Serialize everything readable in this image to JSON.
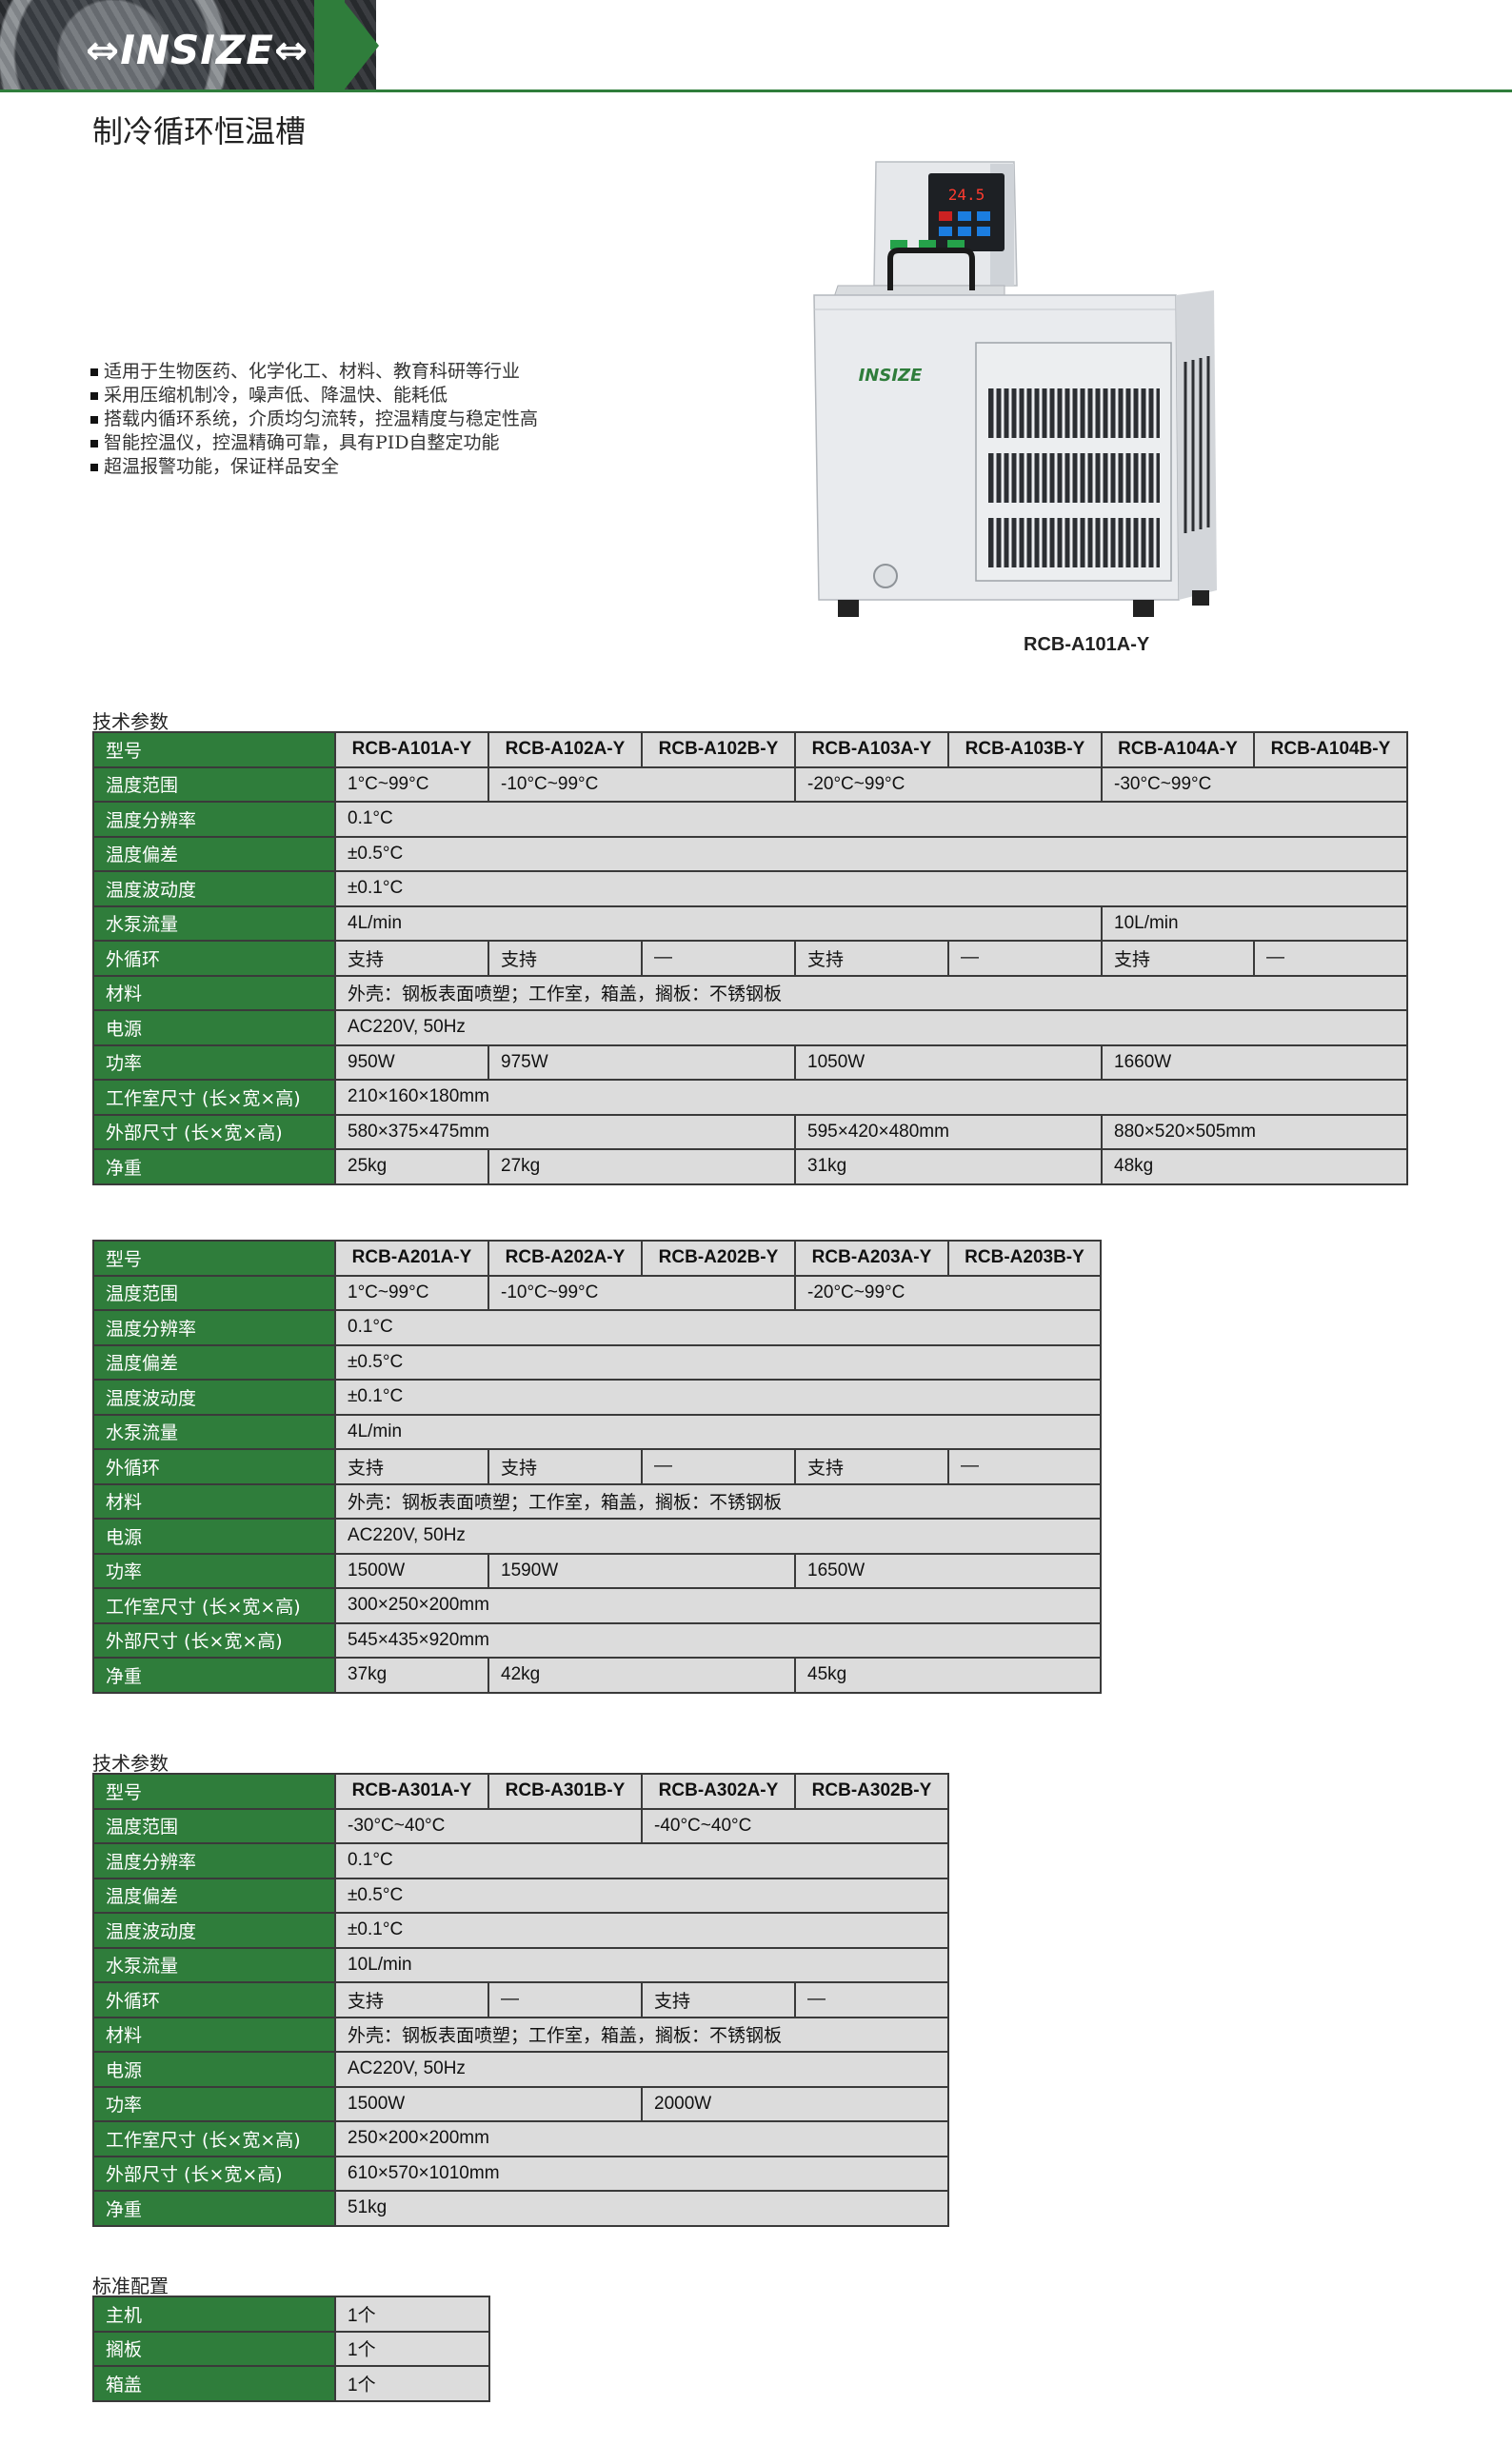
{
  "header": {
    "logo": "⇔INSIZE⇔"
  },
  "page_title": "制冷循环恒温槽",
  "features": [
    "适用于生物医药、化学化工、材料、教育科研等行业",
    "采用压缩机制冷，噪声低、降温快、能耗低",
    "搭载内循环系统，介质均匀流转，控温精度与稳定性高",
    "智能控温仪，控温精确可靠，具有PID自整定功能",
    "超温报警功能，保证样品安全"
  ],
  "product": {
    "caption": "RCB-A101A-Y",
    "display": "24.5",
    "brand": "INSIZE"
  },
  "table1": {
    "label": "技术参数",
    "models_label": "型号",
    "models": [
      "RCB-A101A-Y",
      "RCB-A102A-Y",
      "RCB-A102B-Y",
      "RCB-A103A-Y",
      "RCB-A103B-Y",
      "RCB-A104A-Y",
      "RCB-A104B-Y"
    ],
    "rows": {
      "temp_range": {
        "label": "温度范围",
        "v1": "1°C~99°C",
        "v2": "-10°C~99°C",
        "v3": "-20°C~99°C",
        "v4": "-30°C~99°C"
      },
      "resolution": {
        "label": "温度分辨率",
        "v": "0.1°C"
      },
      "deviation": {
        "label": "温度偏差",
        "v": "±0.5°C"
      },
      "fluctuation": {
        "label": "温度波动度",
        "v": "±0.1°C"
      },
      "flow": {
        "label": "水泵流量",
        "v1": "4L/min",
        "v2": "10L/min"
      },
      "ext_circ": {
        "label": "外循环",
        "v": [
          "支持",
          "支持",
          "—",
          "支持",
          "—",
          "支持",
          "—"
        ]
      },
      "material": {
        "label": "材料",
        "v": "外壳：钢板表面喷塑；工作室，箱盖，搁板：不锈钢板"
      },
      "power_supply": {
        "label": "电源",
        "v": "AC220V, 50Hz"
      },
      "power": {
        "label": "功率",
        "v1": "950W",
        "v2": "975W",
        "v3": "1050W",
        "v4": "1660W"
      },
      "chamber": {
        "label": "工作室尺寸 (长×宽×高)",
        "v": "210×160×180mm"
      },
      "outer": {
        "label": "外部尺寸 (长×宽×高)",
        "v1": "580×375×475mm",
        "v2": "595×420×480mm",
        "v3": "880×520×505mm"
      },
      "weight": {
        "label": "净重",
        "v1": "25kg",
        "v2": "27kg",
        "v3": "31kg",
        "v4": "48kg"
      }
    }
  },
  "table2": {
    "models_label": "型号",
    "models": [
      "RCB-A201A-Y",
      "RCB-A202A-Y",
      "RCB-A202B-Y",
      "RCB-A203A-Y",
      "RCB-A203B-Y"
    ],
    "rows": {
      "temp_range": {
        "label": "温度范围",
        "v1": "1°C~99°C",
        "v2": "-10°C~99°C",
        "v3": "-20°C~99°C"
      },
      "resolution": {
        "label": "温度分辨率",
        "v": "0.1°C"
      },
      "deviation": {
        "label": "温度偏差",
        "v": "±0.5°C"
      },
      "fluctuation": {
        "label": "温度波动度",
        "v": "±0.1°C"
      },
      "flow": {
        "label": "水泵流量",
        "v": "4L/min"
      },
      "ext_circ": {
        "label": "外循环",
        "v": [
          "支持",
          "支持",
          "—",
          "支持",
          "—"
        ]
      },
      "material": {
        "label": "材料",
        "v": "外壳：钢板表面喷塑；工作室，箱盖，搁板：不锈钢板"
      },
      "power_supply": {
        "label": "电源",
        "v": "AC220V, 50Hz"
      },
      "power": {
        "label": "功率",
        "v1": "1500W",
        "v2": "1590W",
        "v3": "1650W"
      },
      "chamber": {
        "label": "工作室尺寸 (长×宽×高)",
        "v": "300×250×200mm"
      },
      "outer": {
        "label": "外部尺寸 (长×宽×高)",
        "v": "545×435×920mm"
      },
      "weight": {
        "label": "净重",
        "v1": "37kg",
        "v2": "42kg",
        "v3": "45kg"
      }
    }
  },
  "table3": {
    "label": "技术参数",
    "models_label": "型号",
    "models": [
      "RCB-A301A-Y",
      "RCB-A301B-Y",
      "RCB-A302A-Y",
      "RCB-A302B-Y"
    ],
    "rows": {
      "temp_range": {
        "label": "温度范围",
        "v1": "-30°C~40°C",
        "v2": "-40°C~40°C"
      },
      "resolution": {
        "label": "温度分辨率",
        "v": "0.1°C"
      },
      "deviation": {
        "label": "温度偏差",
        "v": "±0.5°C"
      },
      "fluctuation": {
        "label": "温度波动度",
        "v": "±0.1°C"
      },
      "flow": {
        "label": "水泵流量",
        "v": "10L/min"
      },
      "ext_circ": {
        "label": "外循环",
        "v": [
          "支持",
          "—",
          "支持",
          "—"
        ]
      },
      "material": {
        "label": "材料",
        "v": "外壳：钢板表面喷塑；工作室，箱盖，搁板：不锈钢板"
      },
      "power_supply": {
        "label": "电源",
        "v": "AC220V, 50Hz"
      },
      "power": {
        "label": "功率",
        "v1": "1500W",
        "v2": "2000W"
      },
      "chamber": {
        "label": "工作室尺寸 (长×宽×高)",
        "v": "250×200×200mm"
      },
      "outer": {
        "label": "外部尺寸 (长×宽×高)",
        "v": "610×570×1010mm"
      },
      "weight": {
        "label": "净重",
        "v": "51kg"
      }
    }
  },
  "table4": {
    "label": "标准配置",
    "rows": [
      {
        "label": "主机",
        "v": "1个"
      },
      {
        "label": "搁板",
        "v": "1个"
      },
      {
        "label": "箱盖",
        "v": "1个"
      }
    ]
  }
}
